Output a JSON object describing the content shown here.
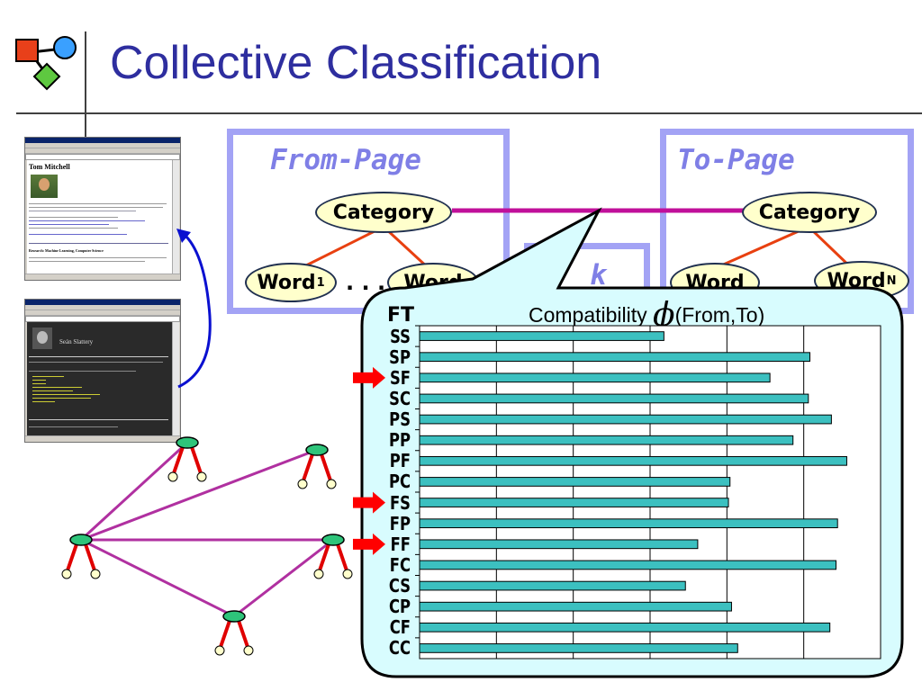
{
  "slide": {
    "title": "Collective Classification"
  },
  "from_page": {
    "title": "From-Page",
    "category_label": "Category",
    "word_left": "Word",
    "word_left_sub": "1",
    "ellipsis": ". . .",
    "word_right": "Word"
  },
  "to_page": {
    "title": "To-Page",
    "category_label": "Category",
    "word_left": "Word",
    "word_right": "Word",
    "word_right_sub": "N"
  },
  "link_box": {
    "label": "k"
  },
  "browser_1": {
    "heading": "Tom Mitchell",
    "section": "Research: Machine Learning, Computer Science"
  },
  "browser_2": {
    "heading": "Seán Slattery"
  },
  "callout": {
    "prefix": "Compatibility ",
    "phi": "ϕ",
    "suffix": "(From,To)",
    "ft_label": "FT"
  },
  "colors": {
    "title": "#2e2e9f",
    "box_border": "#a3a3f5",
    "category_link": "#c0109a",
    "bar": "#3cc0c0",
    "callout_bg": "#d8fcfe",
    "tree_node": "#2ec47a",
    "tree_leg": "#e00000",
    "network_edge": "#b030a0",
    "arrow": "#ff0000"
  },
  "chart_data": {
    "type": "bar",
    "orientation": "horizontal",
    "title": "Compatibility ϕ(From,To)",
    "categories": [
      "SS",
      "SP",
      "SF",
      "SC",
      "PS",
      "PP",
      "PF",
      "PC",
      "FS",
      "FP",
      "FF",
      "FC",
      "CS",
      "CP",
      "CF",
      "CC"
    ],
    "values": [
      1.59,
      2.54,
      2.28,
      2.53,
      2.68,
      2.43,
      2.78,
      2.02,
      2.01,
      2.72,
      1.81,
      2.71,
      1.73,
      2.03,
      2.67,
      2.07
    ],
    "highlighted": [
      "SF",
      "FS",
      "FF"
    ],
    "xlim": [
      0,
      3
    ],
    "grid": true,
    "xlabel": "",
    "ylabel": ""
  }
}
